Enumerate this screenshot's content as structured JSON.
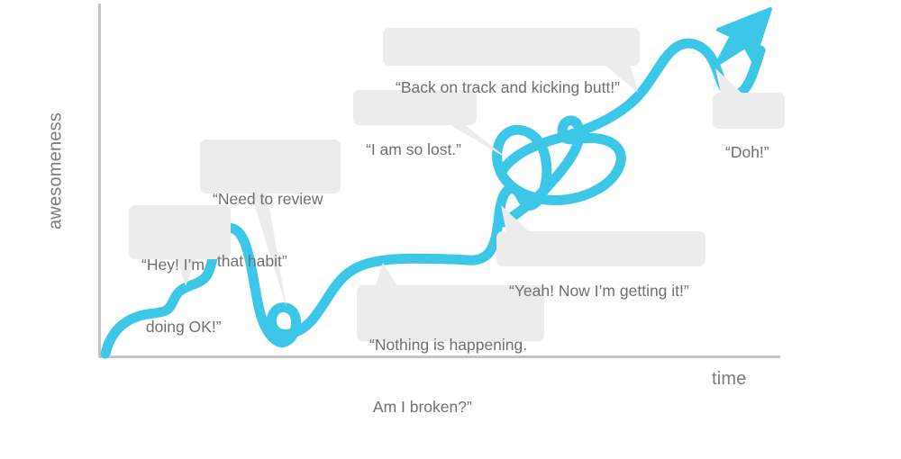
{
  "chart_data": {
    "type": "line",
    "title": "",
    "subtitle": "",
    "xlabel": "time",
    "ylabel": "awesomeness",
    "grid": false,
    "legend": false,
    "description": "Hand-drawn style squiggly upward trend line with loops, annotated with speech bubbles along the journey",
    "series": [
      {
        "name": "awesomeness over time",
        "color": "#3cc6e8",
        "style": "hand-drawn squiggle with loops and arrowhead",
        "points": [
          {
            "x": 0.02,
            "y": 0.03,
            "note": "start, bottom left"
          },
          {
            "x": 0.08,
            "y": 0.14,
            "note": "first small rise"
          },
          {
            "x": 0.13,
            "y": 0.15,
            "note": "small plateau"
          },
          {
            "x": 0.18,
            "y": 0.24,
            "note": "rise"
          },
          {
            "x": 0.22,
            "y": 0.36,
            "note": "first peak - Hey! I'm doing OK!"
          },
          {
            "x": 0.27,
            "y": 0.08,
            "note": "drop into trough"
          },
          {
            "x": 0.3,
            "y": 0.14,
            "note": "small loop - Need to review that habit"
          },
          {
            "x": 0.36,
            "y": 0.22,
            "note": "climb out"
          },
          {
            "x": 0.45,
            "y": 0.3,
            "note": "long flat plateau - Nothing is happening. Am I broken?"
          },
          {
            "x": 0.53,
            "y": 0.32,
            "note": "plateau end"
          },
          {
            "x": 0.57,
            "y": 0.5,
            "note": "sharp rise - Yeah! Now I'm getting it!"
          },
          {
            "x": 0.62,
            "y": 0.72,
            "note": "into the tangle"
          },
          {
            "x": 0.66,
            "y": 0.62,
            "note": "tangled loop - I am so lost."
          },
          {
            "x": 0.7,
            "y": 0.66,
            "note": "second loop"
          },
          {
            "x": 0.76,
            "y": 0.82,
            "note": "recovery climb - Back on track and kicking butt!"
          },
          {
            "x": 0.83,
            "y": 0.86,
            "note": "dip - Doh!"
          },
          {
            "x": 0.88,
            "y": 0.92,
            "note": "final surge"
          },
          {
            "x": 0.95,
            "y": 1.0,
            "note": "arrowhead, top right"
          }
        ]
      }
    ],
    "annotations": [
      {
        "id": "hey-doing-ok",
        "text_lines": [
          "“Hey! I’m",
          " doing OK!”"
        ],
        "anchor": {
          "x": 0.22,
          "y": 0.36
        }
      },
      {
        "id": "need-to-review",
        "text_lines": [
          "“Need to review",
          " that habit”"
        ],
        "anchor": {
          "x": 0.3,
          "y": 0.14
        }
      },
      {
        "id": "nothing-is-happening",
        "text_lines": [
          "“Nothing is happening.",
          " Am I broken?”"
        ],
        "anchor": {
          "x": 0.45,
          "y": 0.3
        }
      },
      {
        "id": "yeah-getting-it",
        "text_lines": [
          "“Yeah! Now I’m getting it!”"
        ],
        "anchor": {
          "x": 0.57,
          "y": 0.5
        }
      },
      {
        "id": "i-am-so-lost",
        "text_lines": [
          "“I am so lost.”"
        ],
        "anchor": {
          "x": 0.66,
          "y": 0.62
        }
      },
      {
        "id": "back-on-track",
        "text_lines": [
          "“Back on track and kicking butt!”"
        ],
        "anchor": {
          "x": 0.76,
          "y": 0.82
        }
      },
      {
        "id": "doh",
        "text_lines": [
          "“Doh!”"
        ],
        "anchor": {
          "x": 0.83,
          "y": 0.86
        }
      }
    ]
  },
  "axes": {
    "ylabel": "awesomeness",
    "xlabel": "time",
    "line_color": "#c6c6c6"
  },
  "callouts": {
    "hey_doing_ok": {
      "line1": "“Hey! I’m",
      "line2": " doing OK!”"
    },
    "need_to_review": {
      "line1": "“Need to review",
      "line2": " that habit”"
    },
    "nothing_is_happening": {
      "line1": "“Nothing is happening.",
      "line2": " Am I broken?”"
    },
    "yeah_getting_it": {
      "line1": "“Yeah! Now I’m getting it!”"
    },
    "i_am_so_lost": {
      "line1": "“I am so lost.”"
    },
    "back_on_track": {
      "line1": "“Back on track and kicking butt!”"
    },
    "doh": {
      "line1": "“Doh!”"
    }
  },
  "colors": {
    "curve": "#3cc6e8",
    "bubble_fill": "#ececec",
    "bubble_text": "#6f6f6f",
    "axis": "#c6c6c6",
    "axis_label_text": "#7c7c7c",
    "background": "#ffffff"
  }
}
